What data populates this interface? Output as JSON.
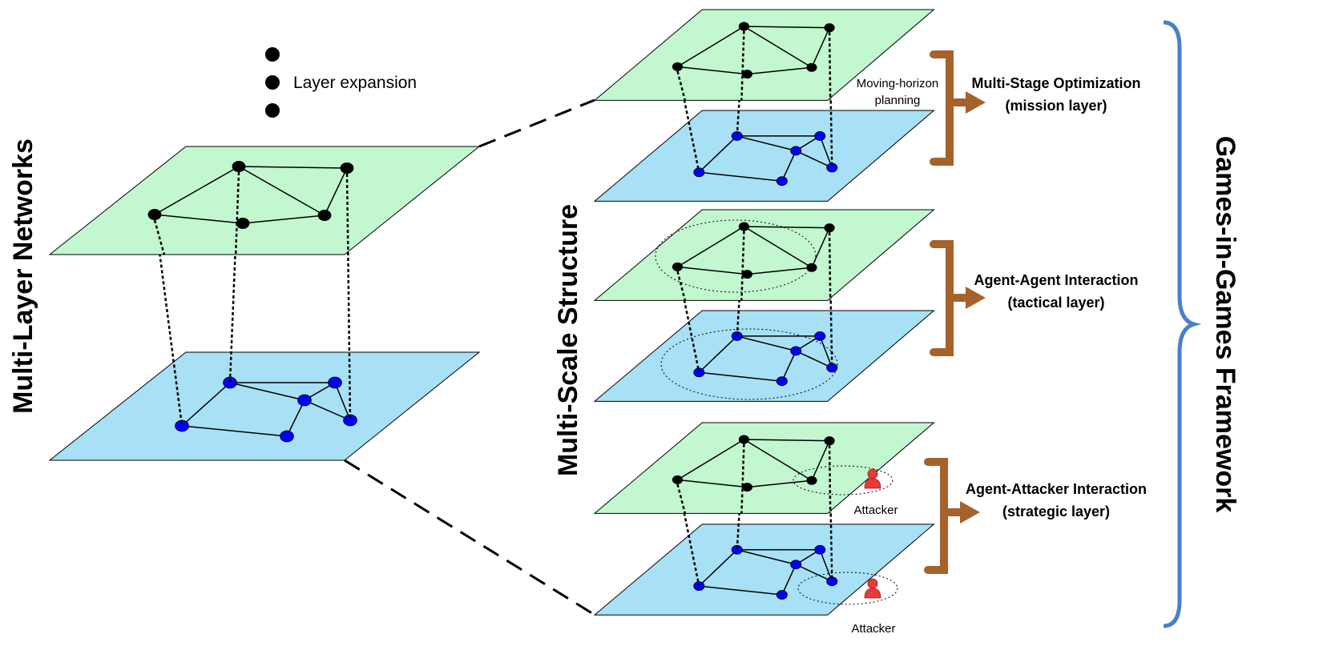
{
  "title_left": "Multi-Layer Networks",
  "title_middle": "Multi-Scale Structure",
  "title_right": "Games-in-Games Framework",
  "layer_expansion": "Layer expansion",
  "moving_horizon": [
    "Moving-horizon",
    "planning"
  ],
  "layers": [
    {
      "title": "Multi-Stage Optimization",
      "subtitle": "(mission layer)"
    },
    {
      "title": "Agent-Agent Interaction",
      "subtitle": "(tactical layer)"
    },
    {
      "title": "Agent-Attacker Interaction",
      "subtitle": "(strategic layer)"
    }
  ],
  "attacker_label": "Attacker",
  "colors": {
    "upper_plane": "#c2f7cf",
    "lower_plane": "#a8e0f5",
    "upper_node": "#000000",
    "lower_node": "#0000ff",
    "bracket": "#a5622a",
    "brace": "#4a7fc9",
    "attacker": "#e83a3a"
  }
}
